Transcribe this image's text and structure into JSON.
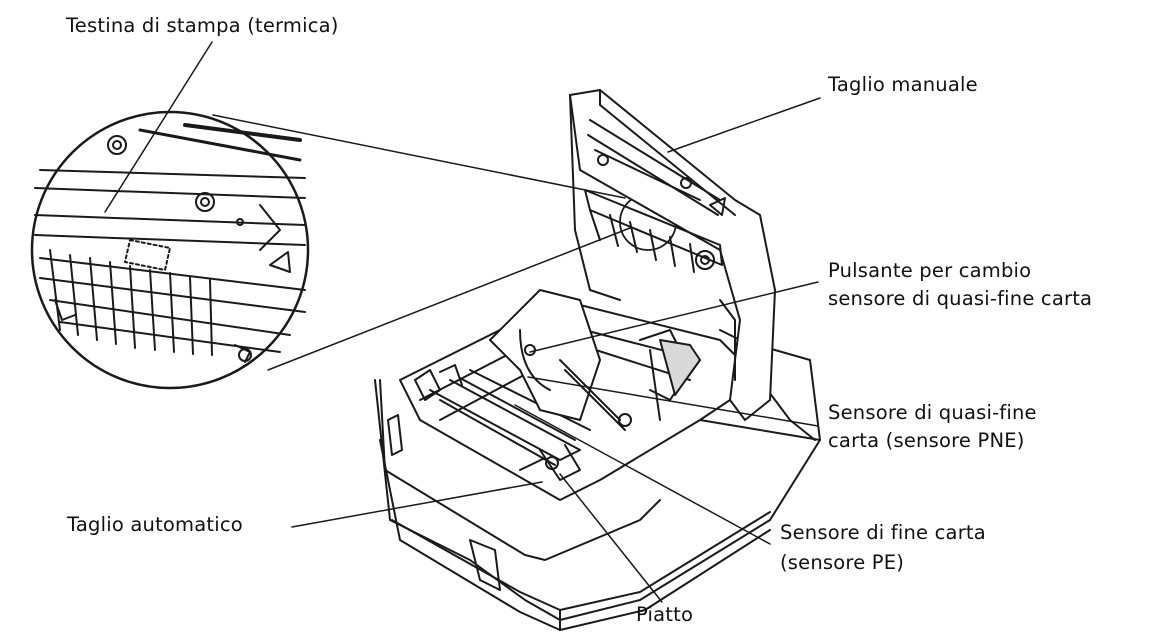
{
  "colors": {
    "line": "#1a1a1a",
    "fill": "#ffffff",
    "shade": "#d9d9d9",
    "text": "#111111"
  },
  "labels": {
    "print_head": "Testina di stampa (termica)",
    "manual_cutter": "Taglio manuale",
    "near_end_button_line1": "Pulsante per cambio",
    "near_end_button_line2": "sensore di quasi-fine carta",
    "near_end_sensor_line1": "Sensore di quasi-fine",
    "near_end_sensor_line2": "carta (sensore PNE)",
    "auto_cutter": "Taglio automatico",
    "paper_end_sensor_line1": "Sensore di fine carta",
    "paper_end_sensor_line2": "(sensore PE)",
    "platen": "Piatto"
  }
}
